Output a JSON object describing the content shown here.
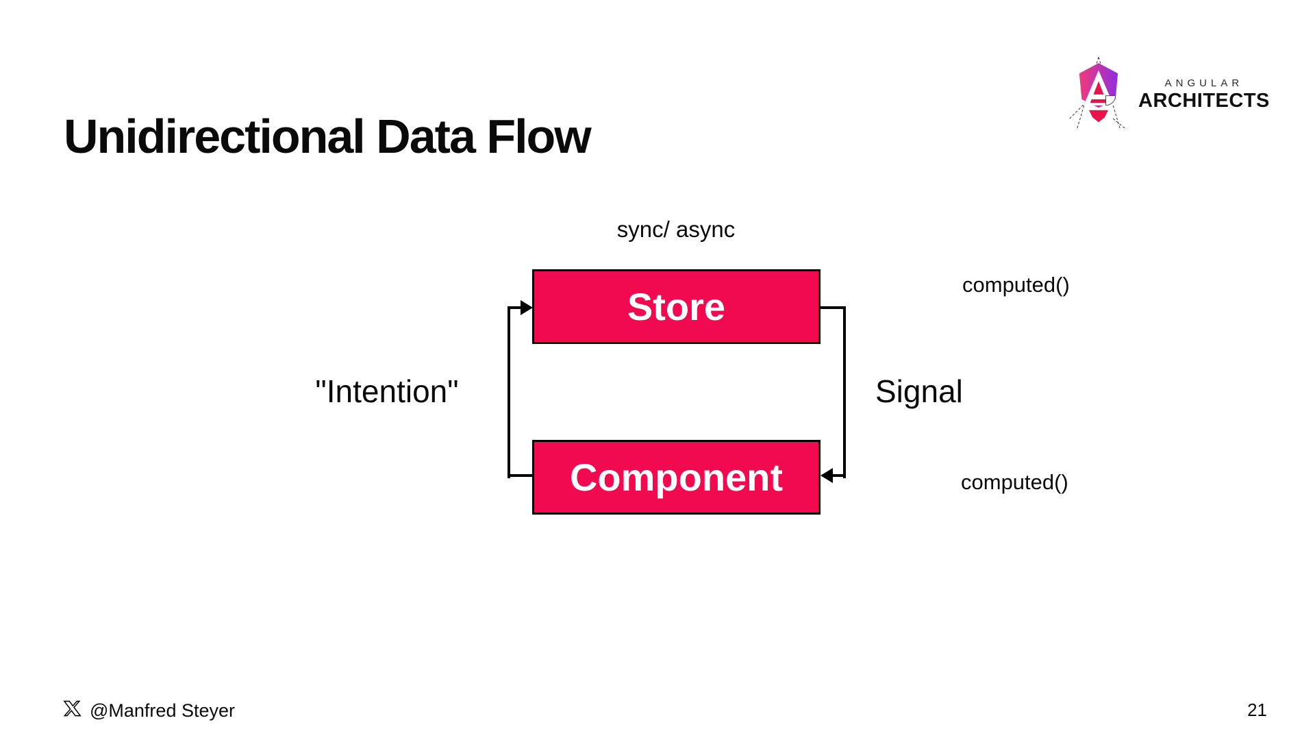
{
  "slide": {
    "title": "Unidirectional Data Flow",
    "page_number": "21",
    "footer": {
      "icon": "x-twitter-icon",
      "handle": "@Manfred Steyer"
    },
    "logo": {
      "icon": "angular-architects-shield-icon",
      "brand_top": "ANGULAR",
      "brand_bottom": "ARCHITECTS"
    },
    "colors": {
      "node_fill": "#F20A50",
      "node_border": "#000000",
      "connector": "#000000",
      "text": "#0A0A0A",
      "logo_gradient_start": "#EF3A7B",
      "logo_gradient_end": "#8F2FE0",
      "logo_accent": "#E8134B"
    }
  },
  "diagram": {
    "nodes": [
      {
        "id": "store",
        "label": "Store"
      },
      {
        "id": "component",
        "label": "Component"
      }
    ],
    "labels": {
      "sync_async": "sync/ async",
      "computed_top": "computed()",
      "signal": "Signal",
      "computed_bottom": "computed()",
      "intention": "\"Intention\""
    },
    "edges": [
      {
        "from": "component",
        "to": "store",
        "side": "left",
        "label": "\"Intention\""
      },
      {
        "from": "store",
        "to": "component",
        "side": "right",
        "label": "Signal"
      }
    ]
  }
}
